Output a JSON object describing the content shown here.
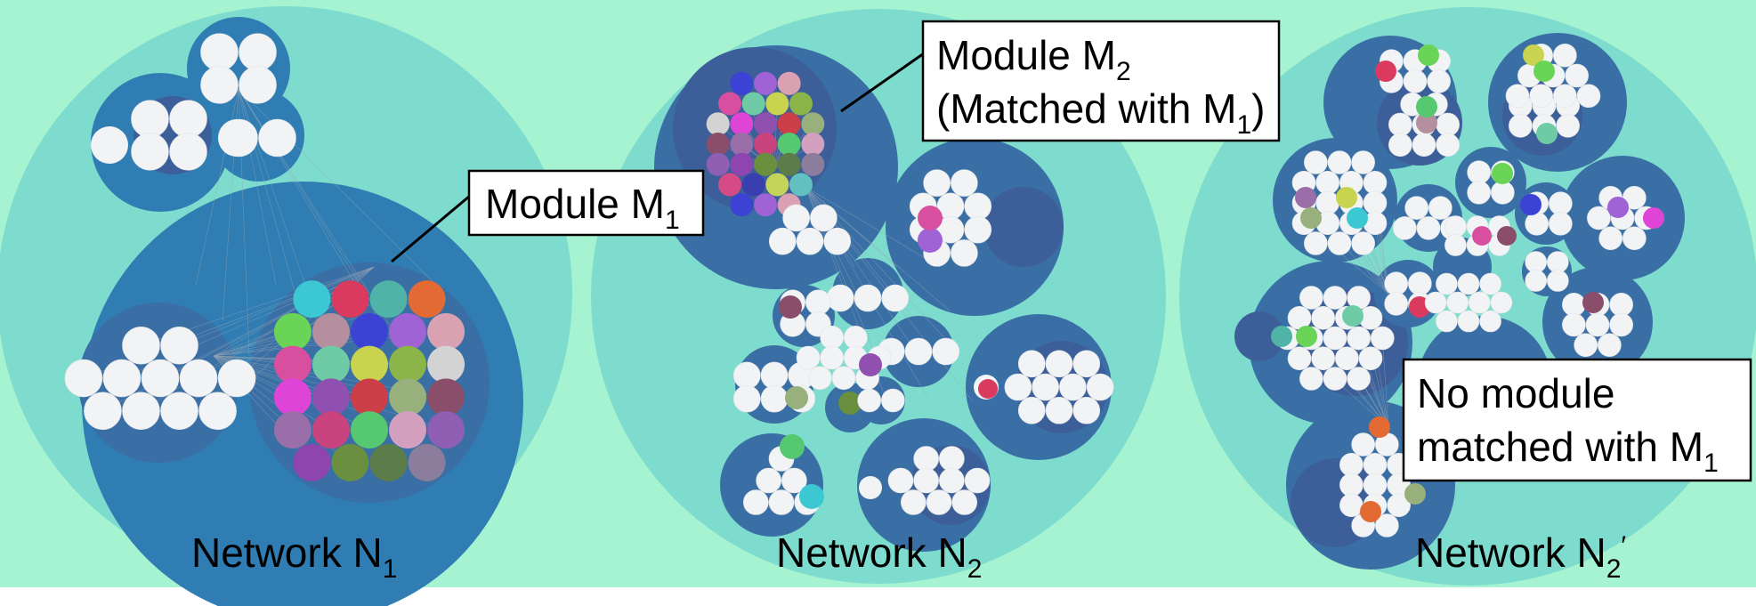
{
  "colors": {
    "background": "#a6f3d1",
    "network_bg": "#7ddccd",
    "module_dark": "#2f7db3",
    "module_mid": "#3a6fa6",
    "module_inner": "#3d5f99",
    "node_white": "#f2f3f4",
    "annotation_box": "#ffffff"
  },
  "networks": [
    {
      "name": "Network N",
      "sub": "1",
      "prime": ""
    },
    {
      "name": "Network N",
      "sub": "2",
      "prime": ""
    },
    {
      "name": "Network N",
      "sub": "2",
      "prime": "′"
    }
  ],
  "annotations": {
    "m1": {
      "text": "Module M",
      "sub": "1"
    },
    "m2": {
      "line1": "Module M",
      "sub1": "2",
      "line2": "(Matched with M",
      "sub2": "1",
      "close": ")"
    },
    "none": {
      "line1": "No module",
      "line2": "matched with M",
      "sub": "1"
    }
  },
  "module_palette": [
    "#3cc8d3",
    "#d93a5e",
    "#4fb3a8",
    "#e36a33",
    "#6ad456",
    "#b58f9e",
    "#3b42d4",
    "#9f63d6",
    "#d9a1b2",
    "#d84fa0",
    "#6fcba6",
    "#c9d34f",
    "#8bb548",
    "#d3d3d3",
    "#de45d6",
    "#9050b0",
    "#cc3e48",
    "#98b07c",
    "#8a4d6a",
    "#9a6ea8",
    "#c9437f",
    "#56c86f",
    "#d4a0c0",
    "#8e5fb3",
    "#8f45b0",
    "#6a8f3e",
    "#5c7d49",
    "#8d7d9c",
    "#d44b88",
    "#3a3fb0",
    "#c4d45a",
    "#62c0c0"
  ]
}
